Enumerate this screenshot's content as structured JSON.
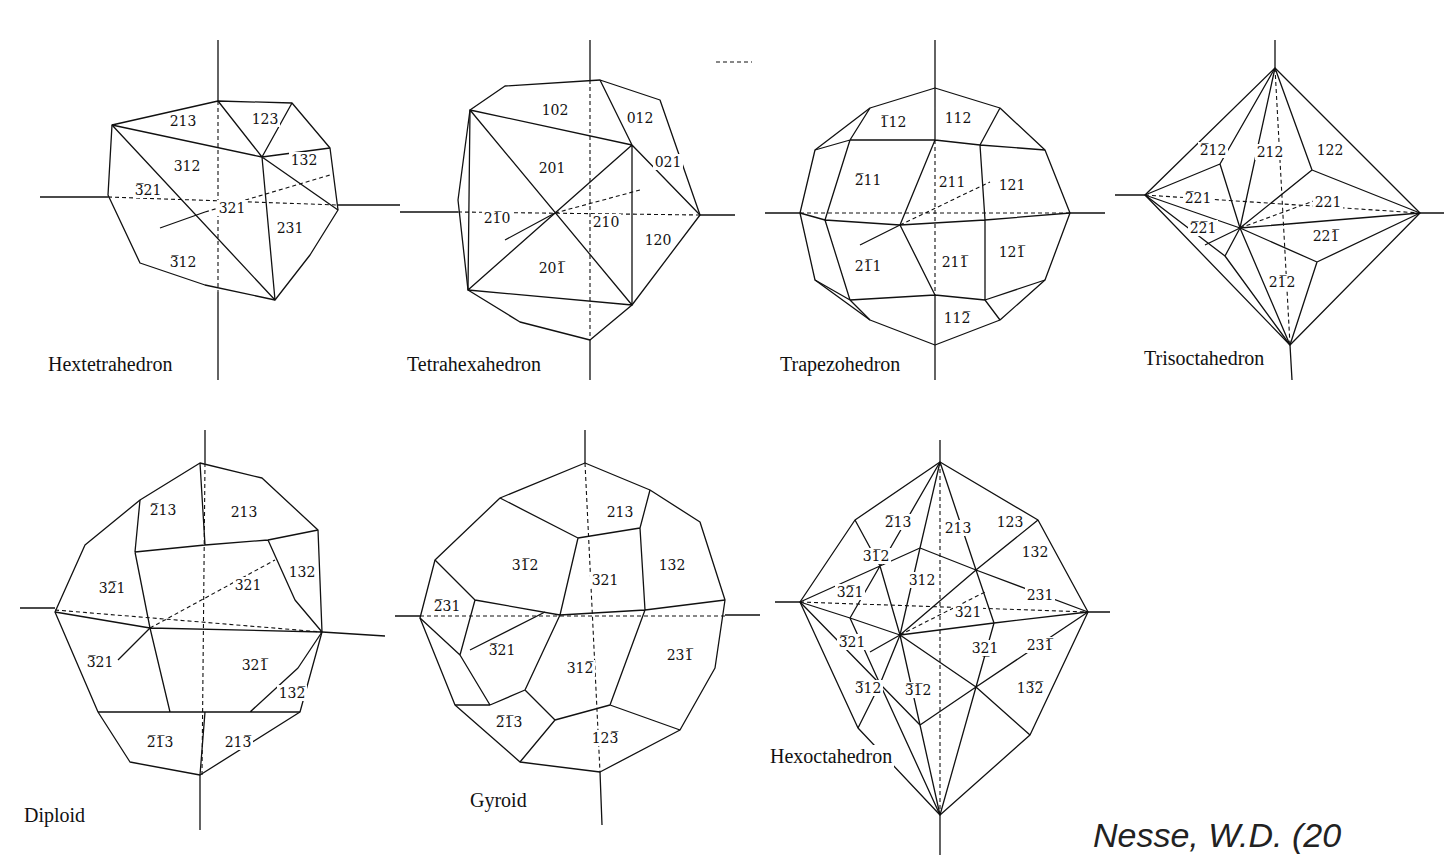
{
  "diagram": {
    "caption": "Nesse, W.D. (20",
    "labels": [
      "213",
      "123",
      "312",
      "132",
      "3̅21",
      "321",
      "231",
      "3̅12",
      "Hextetrahedron",
      "102",
      "012",
      "201",
      "021",
      "21̅0",
      "210",
      "120",
      "201̅",
      "Tetrahexahedron",
      "1̅12",
      "112",
      "2̅11",
      "211",
      "121",
      "21̅1",
      "211̅",
      "121̅",
      "112̅",
      "Trapezohedron",
      "2̅12",
      "212",
      "122",
      "2̅21",
      "221",
      "2̅2̅1",
      "221̅",
      "21̅2",
      "Trisoctahedron",
      "2̅13",
      "213",
      "32̅1",
      "321",
      "132",
      "3̅21",
      "321̅",
      "132̅",
      "2̅1̅3",
      "213̅",
      "Diploid",
      "213",
      "31̅2",
      "321",
      "132",
      "2̅31",
      "3̅21",
      "312̅",
      "231̅",
      "2̅1̅3",
      "123̅",
      "Gyroid",
      "2̅13",
      "213",
      "123",
      "31̅2",
      "132",
      "32̅1",
      "312",
      "231",
      "321",
      "3̅21",
      "32̲1",
      "231̅",
      "3̅12",
      "3̅1̅2",
      "13̅2̅",
      "Hexoctahedron"
    ]
  }
}
